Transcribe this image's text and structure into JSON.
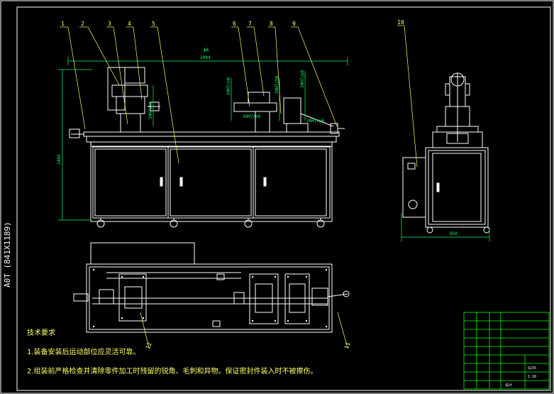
{
  "balloons": [
    "1",
    "2",
    "3",
    "4",
    "5",
    "6",
    "7",
    "8",
    "9",
    "10",
    "11",
    "12"
  ],
  "dimensions": {
    "overall_length": "2094",
    "height": "1485",
    "right_width": "850",
    "top_label": "ф6",
    "fit_a": "30H7/n6",
    "fit_b": "30H7/m6",
    "fit_c": "30H7/h6",
    "fit_d": "30H7/p6"
  },
  "tech_requirements": {
    "heading": "技术要求",
    "items": [
      "1.装备安装后运动部位应灵活可靠。",
      "2.组装前严格检查并清除零件加工时残留的锐角、毛刺和异物。保证密封件装入时不被擦伤。"
    ]
  },
  "sheet_code": "A0T (841X1189)",
  "title_block": {
    "material": "Q235",
    "scale": "1:10",
    "designer": "设计"
  },
  "colors": {
    "background": "#000000",
    "lines": "#ffffff",
    "leaders": "#ffff66",
    "dimensions": "#00ff66",
    "title_block": "#00ff00"
  }
}
